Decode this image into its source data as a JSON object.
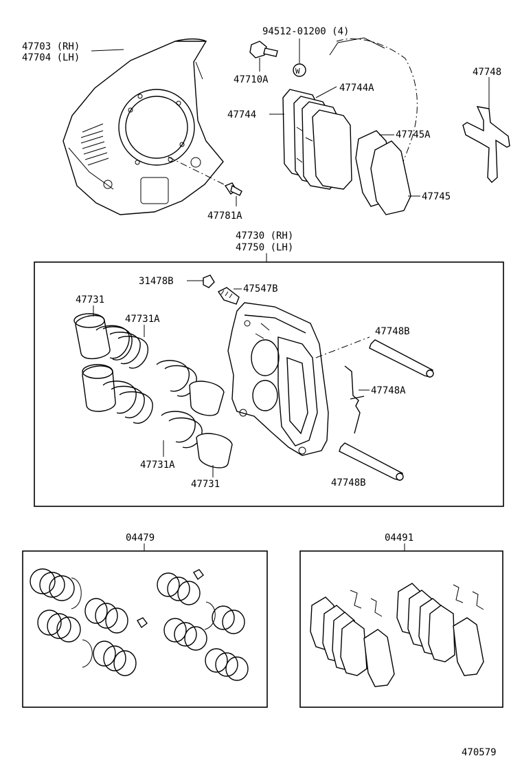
{
  "labels": {
    "shield_rh": "47703 (RH)",
    "shield_lh": "47704 (LH)",
    "bolt_spec": "94512-01200 (4)",
    "bolt": "47710A",
    "washer_mark": "W",
    "shim_a": "47744A",
    "shim": "47744",
    "clip": "47748",
    "pad_a": "47745A",
    "pad": "47745",
    "shield_bolt": "47781A",
    "caliper_rh": "47730 (RH)",
    "caliper_lh": "47750 (LH)",
    "bleeder_cap": "31478B",
    "bleeder_plug": "47547B",
    "piston_top": "47731",
    "seal_top": "47731A",
    "pin_top": "47748B",
    "spring": "47748A",
    "seal_bottom": "47731A",
    "piston_bottom": "47731",
    "pin_bottom": "47748B",
    "kit_seal": "04479",
    "kit_pad": "04491",
    "diagram_number": "470579"
  }
}
